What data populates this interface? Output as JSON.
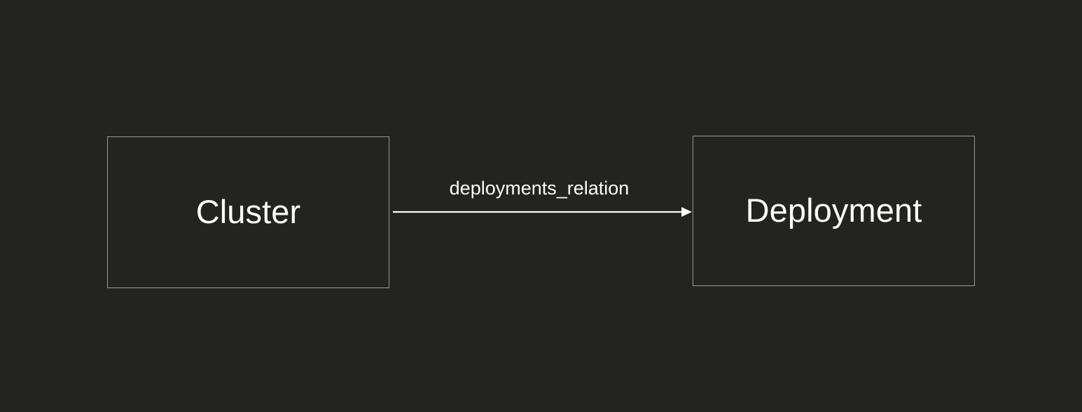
{
  "diagram": {
    "background_color": "#232322",
    "node_border_color": "#9a9a98",
    "text_color": "#fbfbfa",
    "nodes": [
      {
        "id": "cluster",
        "label": "Cluster"
      },
      {
        "id": "deployment",
        "label": "Deployment"
      }
    ],
    "edges": [
      {
        "id": "deployments-relation",
        "label": "deployments_relation",
        "from": "cluster",
        "to": "deployment",
        "arrow": "arrow-head-icon",
        "direction": "right"
      }
    ]
  }
}
